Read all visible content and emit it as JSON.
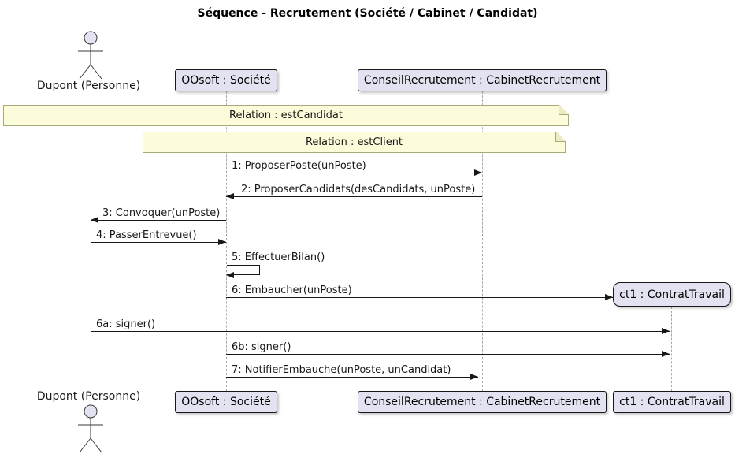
{
  "title": "Séquence - Recrutement (Société / Cabinet / Candidat)",
  "actor": {
    "label": "Dupont (Personne)"
  },
  "participants": [
    {
      "label": "OOsoft : Société"
    },
    {
      "label": "ConseilRecrutement : CabinetRecrutement"
    },
    {
      "label": "ct1 : ContratTravail"
    }
  ],
  "notes": [
    {
      "text": "Relation : estCandidat"
    },
    {
      "text": "Relation : estClient"
    }
  ],
  "messages": [
    {
      "label": "1: ProposerPoste(unPoste)"
    },
    {
      "label": "2: ProposerCandidats(desCandidats, unPoste)"
    },
    {
      "label": "3: Convoquer(unPoste)"
    },
    {
      "label": "4: PasserEntrevue()"
    },
    {
      "label": "5: EffectuerBilan()"
    },
    {
      "label": "6: Embaucher(unPoste)"
    },
    {
      "label": "6a: signer()"
    },
    {
      "label": "6b: signer()"
    },
    {
      "label": "7: NotifierEmbauche(unPoste, unCandidat)"
    }
  ],
  "colors": {
    "participant_fill": "#E2E2F0",
    "participant_border": "#181818",
    "note_fill": "#FCFCDA",
    "note_border": "#A9A97A",
    "lifeline": "#A8A8A8",
    "message": "#181818",
    "background": "#FFFFFF"
  }
}
